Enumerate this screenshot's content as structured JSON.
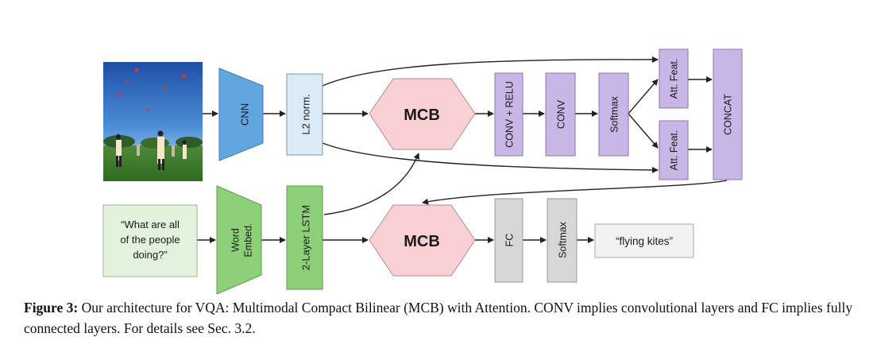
{
  "diagram": {
    "nodes": {
      "cnn": "CNN",
      "l2norm": "L2 norm.",
      "mcb_top": "MCB",
      "conv_relu": "CONV + RELU",
      "conv": "CONV",
      "softmax_top": "Softmax",
      "att_feat_1": "Att. Feat.",
      "att_feat_2": "Att. Feat.",
      "concat": "CONCAT",
      "question_line1": "“What are all",
      "question_line2": "of the people",
      "question_line3": "doing?”",
      "word_embed_line1": "Word",
      "word_embed_line2": "Embed.",
      "lstm": "2-Layer LSTM",
      "mcb_bottom": "MCB",
      "fc": "FC",
      "softmax_bottom": "Softmax",
      "answer": "“flying kites”"
    },
    "colors": {
      "cnn": "#63a6df",
      "l2norm": "#daeaf7",
      "mcb": "#f9d0d3",
      "purple": "#c8b6e6",
      "green_light": "#e3f2dc",
      "green": "#8ed07a",
      "gray": "#d7d7d7",
      "answer_box": "#f2f2f2"
    }
  },
  "caption": {
    "label": "Figure 3:",
    "text": " Our architecture for VQA: Multimodal Compact Bilinear (MCB) with Attention. CONV implies convolutional layers and FC implies fully connected layers. For details see Sec. 3.2."
  }
}
